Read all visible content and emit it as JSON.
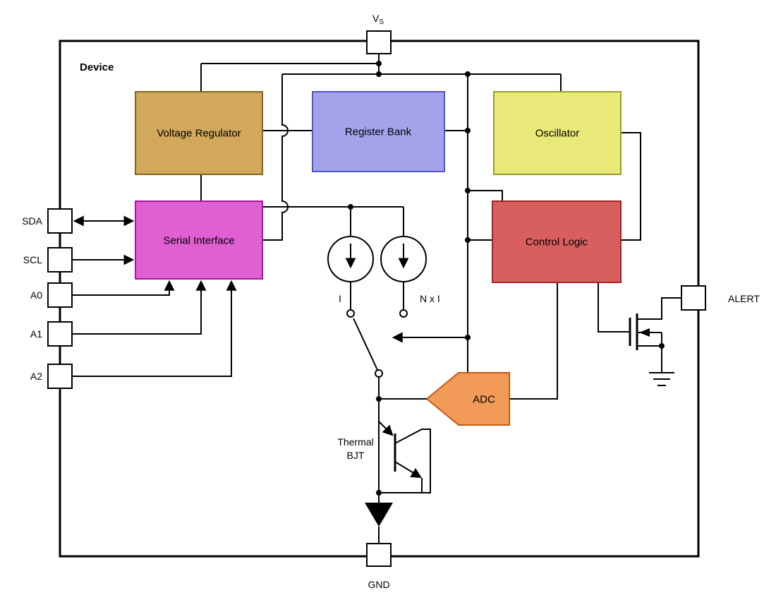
{
  "device": {
    "label": "Device"
  },
  "pins": {
    "vs": {
      "main": "V",
      "sub": "S"
    },
    "gnd": {
      "label": "GND"
    },
    "sda": {
      "label": "SDA"
    },
    "scl": {
      "label": "SCL"
    },
    "a0": {
      "label": "A0"
    },
    "a1": {
      "label": "A1"
    },
    "a2": {
      "label": "A2"
    },
    "alert": {
      "label": "ALERT"
    }
  },
  "blocks": {
    "voltage_regulator": {
      "label": "Voltage Regulator",
      "fill": "#D2A85C",
      "stroke": "#84651A"
    },
    "register_bank": {
      "label": "Register Bank",
      "fill": "#A3A3EC",
      "stroke": "#5353CC"
    },
    "oscillator": {
      "label": "Oscillator",
      "fill": "#E9E97A",
      "stroke": "#9C9C28"
    },
    "serial_interface": {
      "label": "Serial Interface",
      "fill": "#E05FD3",
      "stroke": "#A8179A"
    },
    "control_logic": {
      "label": "Control Logic",
      "fill": "#D95F5F",
      "stroke": "#A51F1F"
    },
    "adc": {
      "label": "ADC",
      "fill": "#F29B59",
      "stroke": "#C55A11"
    }
  },
  "annotations": {
    "current_source_1": "I",
    "current_source_2": "N x I",
    "thermal_bjt_line1": "Thermal",
    "thermal_bjt_line2": "BJT"
  },
  "colors": {
    "wire": "#000000",
    "background": "#FFFFFF"
  }
}
